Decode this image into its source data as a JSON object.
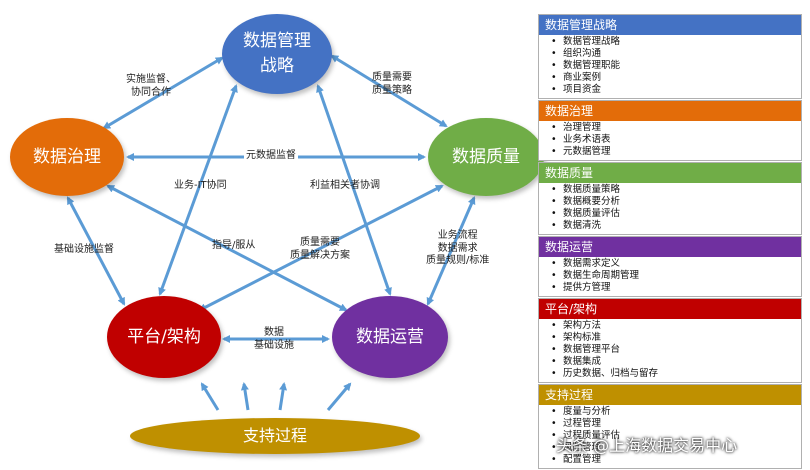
{
  "nodes": {
    "strategy": [
      "数据管理",
      "战略"
    ],
    "governance": "数据治理",
    "quality": "数据质量",
    "platform": "平台/架构",
    "operations": "数据运营",
    "support": "支持过程"
  },
  "edge_labels": {
    "implement_supervise": [
      "实施监督、",
      "协同合作"
    ],
    "quality_needs_strategy": [
      "质量需要",
      "质量策略"
    ],
    "metadata_supervision": "元数据监督",
    "business_it_collab": "业务-IT协同",
    "stakeholder_collab": "利益相关者协调",
    "infrastructure_supervision": "基础设施监督",
    "guide_obey": "指导/服从",
    "quality_needs_solutions": [
      "质量需要",
      "质量解决方案"
    ],
    "business_process": [
      "业务流程",
      "数据需求",
      "质量规则/标准"
    ],
    "data_infrastructure": [
      "数据",
      "基础设施"
    ]
  },
  "categories": [
    {
      "title": "数据管理战略",
      "color": "#4472c4",
      "items": [
        "数据管理战略",
        "组织沟通",
        "数据管理职能",
        "商业案例",
        "项目资金"
      ]
    },
    {
      "title": "数据治理",
      "color": "#e36c09",
      "items": [
        "治理管理",
        "业务术语表",
        "元数据管理"
      ]
    },
    {
      "title": "数据质量",
      "color": "#70ad47",
      "items": [
        "数据质量策略",
        "数据概要分析",
        "数据质量评估",
        "数据清洗"
      ]
    },
    {
      "title": "数据运营",
      "color": "#7030a0",
      "items": [
        "数据需求定义",
        "数据生命周期管理",
        "提供方管理"
      ]
    },
    {
      "title": "平台/架构",
      "color": "#c00000",
      "items": [
        "架构方法",
        "架构标准",
        "数据管理平台",
        "数据集成",
        "历史数据、归档与留存"
      ]
    },
    {
      "title": "支持过程",
      "color": "#bf9000",
      "items": [
        "度量与分析",
        "过程管理",
        "过程质量评估",
        "风险管理",
        "配置管理"
      ]
    }
  ],
  "watermark": "头条 @上海数据交易中心",
  "colors": {
    "arrow": "#5b9bd5"
  }
}
